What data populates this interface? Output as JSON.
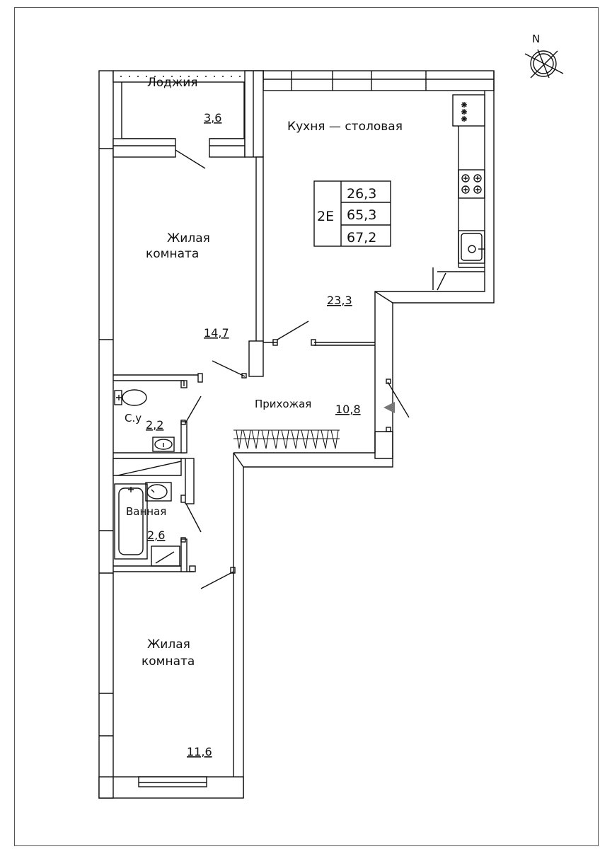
{
  "compass": {
    "label": "N"
  },
  "stamp": {
    "type": "2E",
    "living_area": "26,3",
    "total_area": "65,3",
    "total_with_loggia": "67,2"
  },
  "rooms": {
    "loggia": {
      "name": "Лоджия",
      "area": "3,6"
    },
    "kitchen": {
      "name": "Кухня — столовая",
      "area": "23,3"
    },
    "living1": {
      "name_line1": "Жилая",
      "name_line2": "комната",
      "area": "14,7"
    },
    "hall": {
      "name": "Прихожая",
      "area": "10,8"
    },
    "wc": {
      "name": "С.у",
      "area": "2,2"
    },
    "bath": {
      "name": "Ванная",
      "area": "2,6"
    },
    "living2": {
      "name_line1": "Жилая",
      "name_line2": "комната",
      "area": "11,6"
    }
  }
}
